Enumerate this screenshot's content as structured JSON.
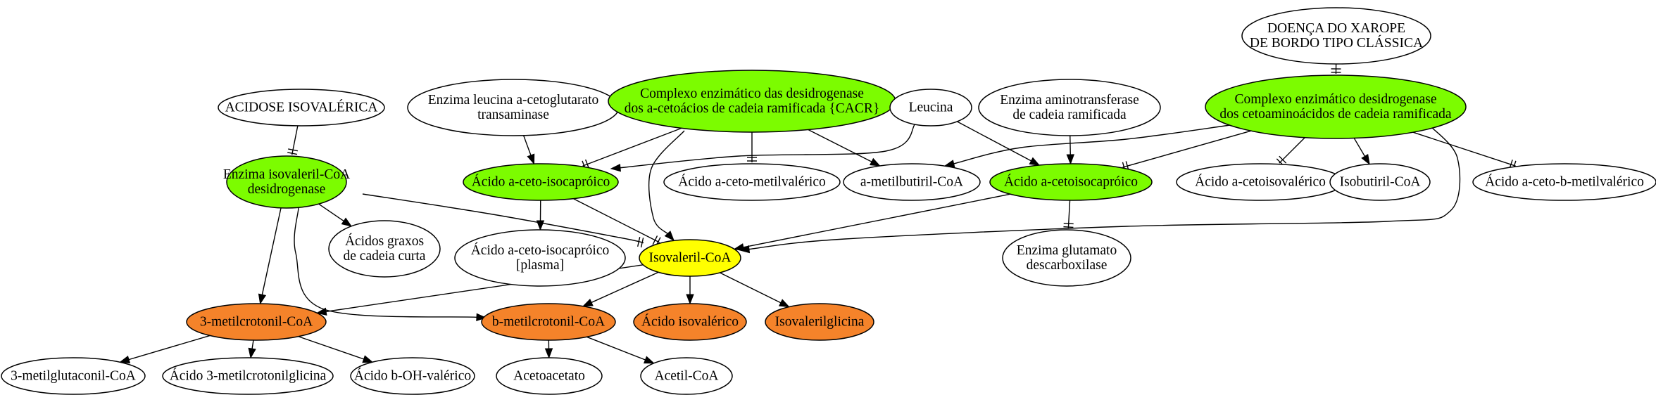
{
  "colors": {
    "green": "#7cfc00",
    "yellow": "#ffff00",
    "orange": "#f5832a",
    "white": "#ffffff",
    "stroke": "#000000"
  },
  "nodes": {
    "acidose": {
      "lines": [
        "ACIDOSE ISOVALÉRICA"
      ],
      "fill": "white"
    },
    "isovaleril_desid": {
      "lines": [
        "Enzima isovaleril-CoA",
        "desidrogenase"
      ],
      "fill": "green"
    },
    "leucina_transaminase": {
      "lines": [
        "Enzima leucina a-cetoglutarato",
        "transaminase"
      ],
      "fill": "white"
    },
    "cacr": {
      "lines": [
        "Complexo enzimático das desidrogenase",
        "dos a-cetoácios de cadeia ramificada {CACR}"
      ],
      "fill": "green"
    },
    "leucina": {
      "lines": [
        "Leucina"
      ],
      "fill": "white"
    },
    "aminotransferase": {
      "lines": [
        "Enzima aminotransferase",
        "de cadeia ramificada"
      ],
      "fill": "white"
    },
    "doenca": {
      "lines": [
        "DOENÇA DO XAROPE",
        "DE BORDO TIPO CLÁSSICA"
      ],
      "fill": "white"
    },
    "complexo_cetoamino": {
      "lines": [
        "Complexo enzimático desidrogenase",
        "dos cetoaminoácidos de cadeia ramificada"
      ],
      "fill": "green"
    },
    "aceto_isocaproico": {
      "lines": [
        "Ácido a-ceto-isocapróico"
      ],
      "fill": "green"
    },
    "aceto_metilvalerico": {
      "lines": [
        "Ácido a-ceto-metilvalérico"
      ],
      "fill": "white"
    },
    "metilbutiril": {
      "lines": [
        "a-metilbutiril-CoA"
      ],
      "fill": "white"
    },
    "acetoisocaproico": {
      "lines": [
        "Ácido a-cetoisocapróico"
      ],
      "fill": "green"
    },
    "acetoisovalerico": {
      "lines": [
        "Ácido a-cetoisovalérico"
      ],
      "fill": "white"
    },
    "isobutiril": {
      "lines": [
        "Isobutiril-CoA"
      ],
      "fill": "white"
    },
    "aceto_b_metilvalerico": {
      "lines": [
        "Ácido a-ceto-b-metilvalérico"
      ],
      "fill": "white"
    },
    "graxos": {
      "lines": [
        "Ácidos graxos",
        "de cadeia curta"
      ],
      "fill": "white"
    },
    "plasma": {
      "lines": [
        "Ácido a-ceto-isocapróico",
        "[plasma]"
      ],
      "fill": "white"
    },
    "isovaleril_coa": {
      "lines": [
        "Isovaleril-CoA"
      ],
      "fill": "yellow"
    },
    "glutamato": {
      "lines": [
        "Enzima glutamato",
        "descarboxilase"
      ],
      "fill": "white"
    },
    "metilcrotonil": {
      "lines": [
        "3-metilcrotonil-CoA"
      ],
      "fill": "orange"
    },
    "b_metilcrotonil": {
      "lines": [
        "b-metilcrotonil-CoA"
      ],
      "fill": "orange"
    },
    "isovalerico": {
      "lines": [
        "Ácido isovalérico"
      ],
      "fill": "orange"
    },
    "isovalerilglicina": {
      "lines": [
        "Isovalerilglicina"
      ],
      "fill": "orange"
    },
    "metilglutaconil": {
      "lines": [
        "3-metilglutaconil-CoA"
      ],
      "fill": "white"
    },
    "metilcrotonilglicina": {
      "lines": [
        "Ácido 3-metilcrotonilglicina"
      ],
      "fill": "white"
    },
    "oh_valerico": {
      "lines": [
        "Ácido b-OH-valérico"
      ],
      "fill": "white"
    },
    "acetoacetato": {
      "lines": [
        "Acetoacetato"
      ],
      "fill": "white"
    },
    "acetil": {
      "lines": [
        "Acetil-CoA"
      ],
      "fill": "white"
    }
  },
  "edges": [
    {
      "from": "acidose",
      "to": "isovaleril_desid",
      "kind": "tee"
    },
    {
      "from": "isovaleril_desid",
      "to": "graxos",
      "kind": "arrow"
    },
    {
      "from": "isovaleril_desid",
      "to": "isovaleril_coa",
      "kind": "tee"
    },
    {
      "from": "isovaleril_desid",
      "to": "metilcrotonil",
      "kind": "arrow"
    },
    {
      "from": "isovaleril_desid",
      "to": "b_metilcrotonil",
      "kind": "arrow"
    },
    {
      "from": "leucina_transaminase",
      "to": "aceto_isocaproico",
      "kind": "arrow"
    },
    {
      "from": "cacr",
      "to": "aceto_isocaproico",
      "kind": "tee"
    },
    {
      "from": "cacr",
      "to": "aceto_metilvalerico",
      "kind": "tee"
    },
    {
      "from": "cacr",
      "to": "metilbutiril",
      "kind": "arrow"
    },
    {
      "from": "cacr",
      "to": "isovaleril_coa",
      "kind": "arrow"
    },
    {
      "from": "leucina",
      "to": "aceto_isocaproico",
      "kind": "arrow"
    },
    {
      "from": "leucina",
      "to": "acetoisocaproico",
      "kind": "arrow"
    },
    {
      "from": "aminotransferase",
      "to": "acetoisocaproico",
      "kind": "arrow"
    },
    {
      "from": "doenca",
      "to": "complexo_cetoamino",
      "kind": "tee"
    },
    {
      "from": "complexo_cetoamino",
      "to": "metilbutiril",
      "kind": "arrow"
    },
    {
      "from": "complexo_cetoamino",
      "to": "acetoisocaproico",
      "kind": "tee"
    },
    {
      "from": "complexo_cetoamino",
      "to": "acetoisovalerico",
      "kind": "tee"
    },
    {
      "from": "complexo_cetoamino",
      "to": "isobutiril",
      "kind": "arrow"
    },
    {
      "from": "complexo_cetoamino",
      "to": "aceto_b_metilvalerico",
      "kind": "tee"
    },
    {
      "from": "complexo_cetoamino",
      "to": "isovaleril_coa",
      "kind": "arrow"
    },
    {
      "from": "aceto_isocaproico",
      "to": "plasma",
      "kind": "arrow"
    },
    {
      "from": "aceto_isocaproico",
      "to": "isovaleril_coa",
      "kind": "tee"
    },
    {
      "from": "acetoisocaproico",
      "to": "glutamato",
      "kind": "tee"
    },
    {
      "from": "acetoisocaproico",
      "to": "isovaleril_coa",
      "kind": "arrow"
    },
    {
      "from": "isovaleril_coa",
      "to": "metilcrotonil",
      "kind": "arrow"
    },
    {
      "from": "isovaleril_coa",
      "to": "b_metilcrotonil",
      "kind": "arrow"
    },
    {
      "from": "isovaleril_coa",
      "to": "isovalerico",
      "kind": "arrow"
    },
    {
      "from": "isovaleril_coa",
      "to": "isovalerilglicina",
      "kind": "arrow"
    },
    {
      "from": "metilcrotonil",
      "to": "metilglutaconil",
      "kind": "arrow"
    },
    {
      "from": "metilcrotonil",
      "to": "metilcrotonilglicina",
      "kind": "arrow"
    },
    {
      "from": "metilcrotonil",
      "to": "oh_valerico",
      "kind": "arrow"
    },
    {
      "from": "b_metilcrotonil",
      "to": "acetoacetato",
      "kind": "arrow"
    },
    {
      "from": "b_metilcrotonil",
      "to": "acetil",
      "kind": "arrow"
    }
  ]
}
